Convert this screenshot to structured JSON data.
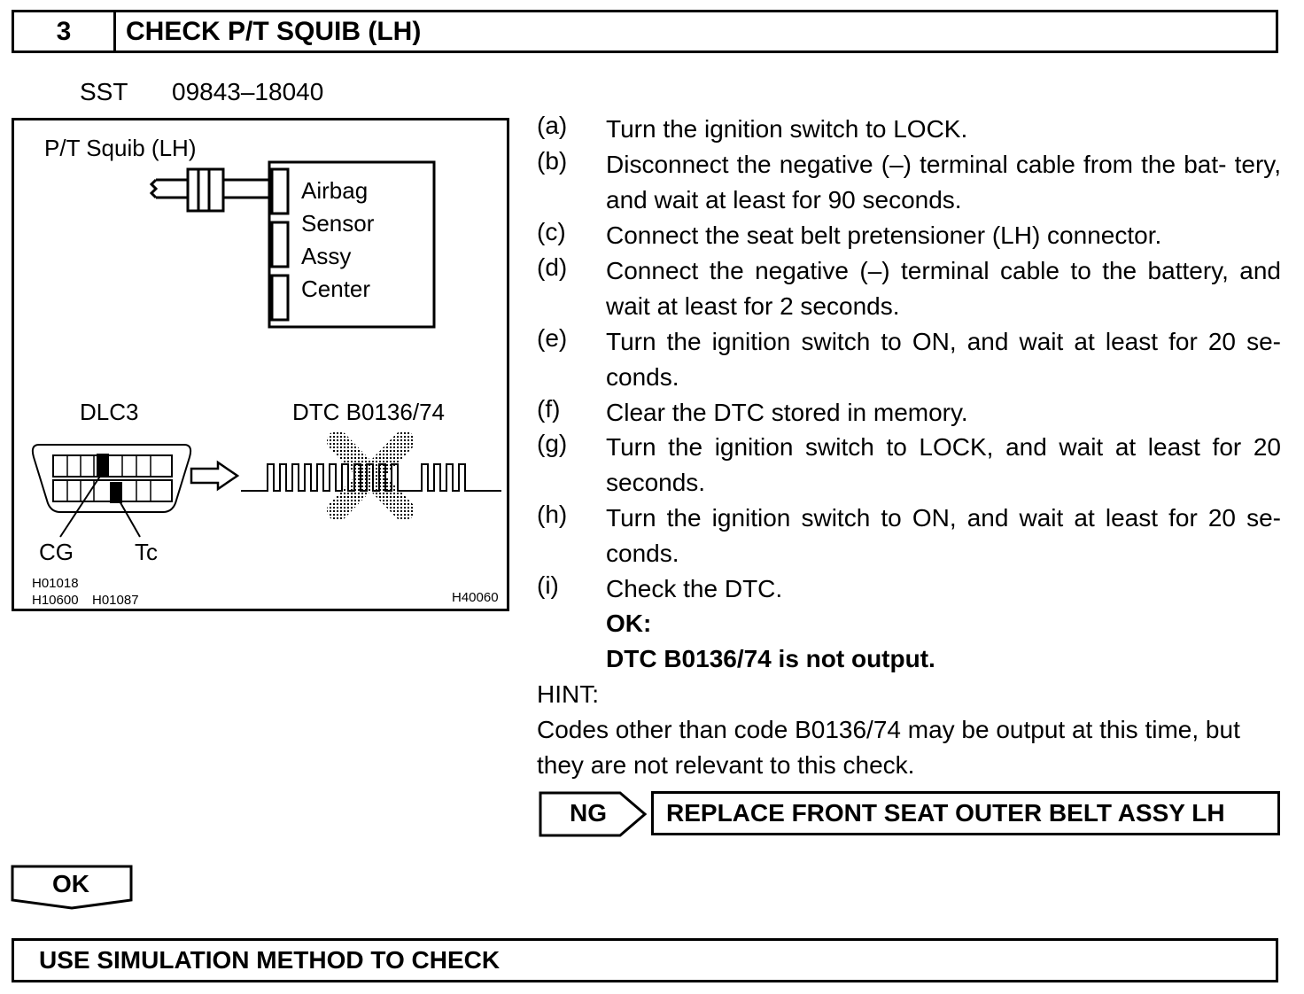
{
  "header": {
    "number": "3",
    "title": "CHECK P/T SQUIB (LH)"
  },
  "sst": {
    "label": "SST",
    "part": "09843–18040"
  },
  "figure": {
    "squib_label": "P/T Squib (LH)",
    "sensor_lines": [
      "Airbag",
      "Sensor",
      "Assy",
      "Center"
    ],
    "dlc_label": "DLC3",
    "dtc_label": "DTC B0136/74",
    "cg_label": "CG",
    "tc_label": "Tc",
    "ref_1": "H01018",
    "ref_2": "H10600",
    "ref_3": "H01087",
    "ref_4": "H40060"
  },
  "steps": [
    {
      "letter": "(a)",
      "text": "Turn the ignition switch to LOCK."
    },
    {
      "letter": "(b)",
      "text": "Disconnect the negative (–) terminal cable from the bat- tery, and wait at least for 90 seconds."
    },
    {
      "letter": "(c)",
      "text": "Connect the seat belt pretensioner (LH) connector."
    },
    {
      "letter": "(d)",
      "text": "Connect the negative (–) terminal cable to the battery, and wait at least for 2 seconds."
    },
    {
      "letter": "(e)",
      "text": "Turn the ignition switch to ON, and wait at least for 20 se- conds."
    },
    {
      "letter": "(f)",
      "text": "Clear the DTC stored in memory."
    },
    {
      "letter": "(g)",
      "text": "Turn the ignition switch to LOCK, and wait at least for 20 seconds."
    },
    {
      "letter": "(h)",
      "text": "Turn the ignition switch to ON, and wait at least for 20 se- conds."
    },
    {
      "letter": "(i)",
      "text": "Check the DTC."
    }
  ],
  "ok_result": {
    "label": "OK:",
    "text": "DTC B0136/74 is not output."
  },
  "hint": {
    "label": "HINT:",
    "text": "Codes other than code B0136/74 may be output at this time, but they are not relevant to this check."
  },
  "ng": {
    "label": "NG",
    "action": "REPLACE FRONT SEAT OUTER BELT ASSY LH"
  },
  "ok_flow": {
    "label": "OK"
  },
  "next": {
    "title": "USE SIMULATION METHOD TO CHECK"
  }
}
